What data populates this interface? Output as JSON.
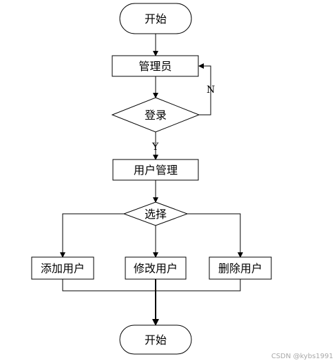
{
  "nodes": {
    "start": "开始",
    "admin": "管理员",
    "login": "登录",
    "user_mgmt": "用户管理",
    "choose": "选择",
    "add_user": "添加用户",
    "edit_user": "修改用户",
    "delete_user": "删除用户",
    "end": "开始"
  },
  "edge_labels": {
    "no": "N",
    "yes": "Y"
  },
  "watermark": "CSDN @kybs1991"
}
